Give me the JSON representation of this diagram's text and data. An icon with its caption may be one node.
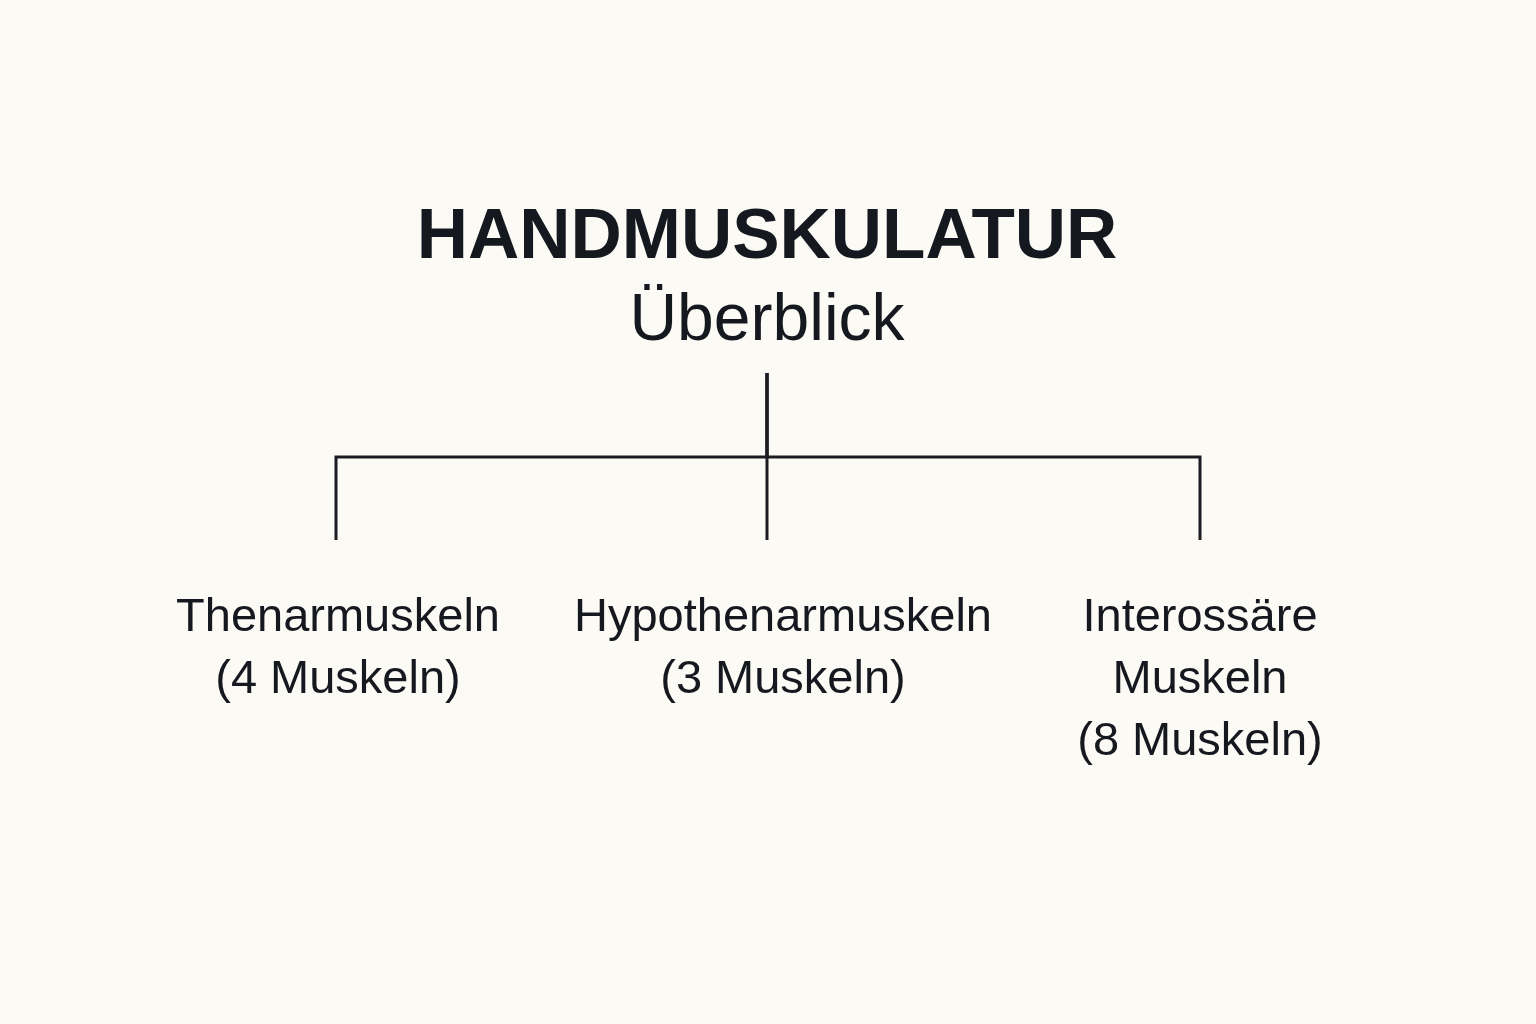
{
  "diagram": {
    "nodes": [
      {
        "text": [
          "HANDMUSKULATUR",
          "Überblick"
        ]
      },
      {
        "text": [
          "Thenarmuskeln",
          "(4 Muskeln)"
        ]
      },
      {
        "text": [
          "Hypothenarmuskeln",
          "(3 Muskeln)"
        ]
      },
      {
        "text": [
          "Interossäre Muskeln",
          "(8 Muskeln)"
        ]
      }
    ],
    "edges": [
      {
        "from": 0,
        "to": 1,
        "arrow": "none"
      },
      {
        "from": 0,
        "to": 2,
        "arrow": "none"
      },
      {
        "from": 0,
        "to": 3,
        "arrow": "none"
      }
    ]
  }
}
